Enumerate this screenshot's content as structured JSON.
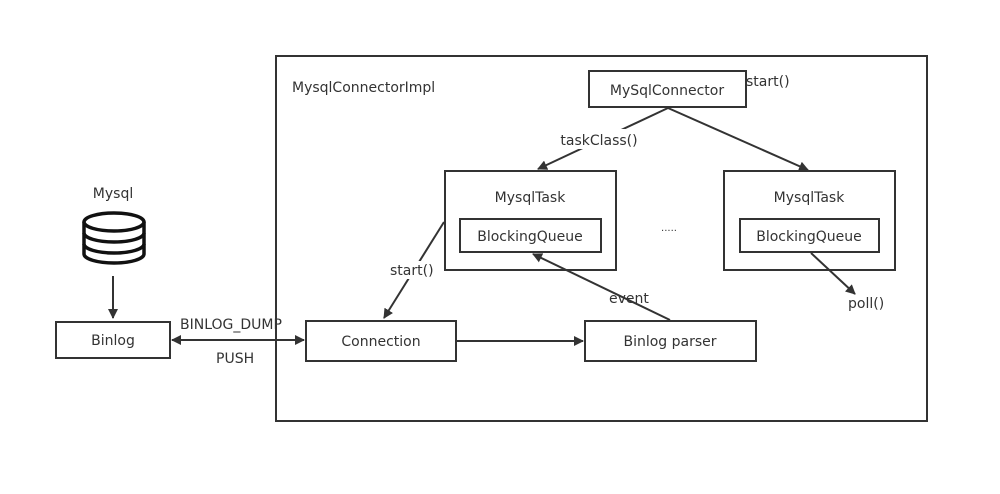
{
  "diagram": {
    "container": {
      "label": "MysqlConnectorImpl"
    },
    "database": {
      "label": "Mysql",
      "icon": "database-icon"
    },
    "nodes": {
      "binlog": "Binlog",
      "connection": "Connection",
      "binlog_parser": "Binlog parser",
      "mysql_connector": "MySqlConnector",
      "task1": {
        "title": "MysqlTask",
        "queue": "BlockingQueue"
      },
      "task2": {
        "title": "MysqlTask",
        "queue": "BlockingQueue"
      },
      "ellipsis": "....."
    },
    "edges": {
      "binlog_dump": "BINLOG_DUMP",
      "push": "PUSH",
      "connector_start": "start()",
      "task_class": "taskClass()",
      "task_start": "start()",
      "event": "event",
      "poll": "poll()"
    }
  }
}
